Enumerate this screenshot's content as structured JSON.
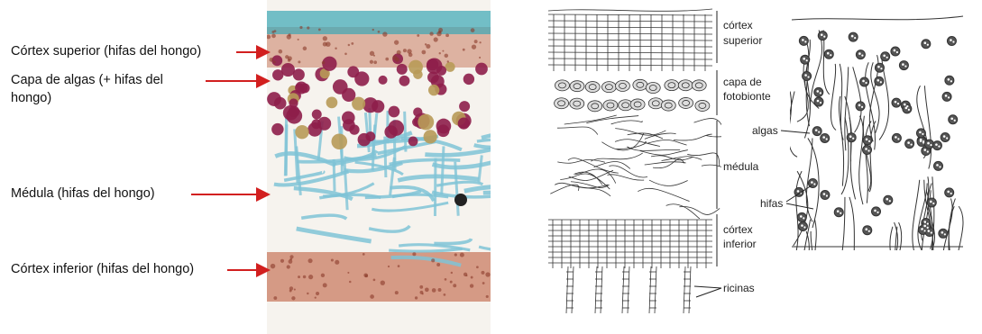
{
  "left_figure": {
    "labels": {
      "upper_cortex": "Córtex superior (hifas del hongo)",
      "algae_layer_line1": "Capa de algas (+ hifas del",
      "algae_layer_line2": "hongo)",
      "medulla": "Médula (hifas del hongo)",
      "lower_cortex": "Córtex inferior (hifas del hongo)"
    },
    "arrow_color": "#d21f1f",
    "stain_colors": {
      "background": "#f6f3ee",
      "cortex": "#c97c62",
      "algae": "#8e1e4a",
      "hyphae": "#7fc3d6",
      "upper_cyan": "#3aa7b5"
    }
  },
  "right_figure": {
    "section_labels": {
      "upper_cortex_l1": "córtex",
      "upper_cortex_l2": "superior",
      "photobiont_l1": "capa de",
      "photobiont_l2": "fotobionte",
      "medulla": "médula",
      "lower_cortex_l1": "córtex",
      "lower_cortex_l2": "inferior",
      "rhizines": "ricinas"
    },
    "detail_labels": {
      "algae": "algas",
      "hyphae": "hifas"
    }
  }
}
